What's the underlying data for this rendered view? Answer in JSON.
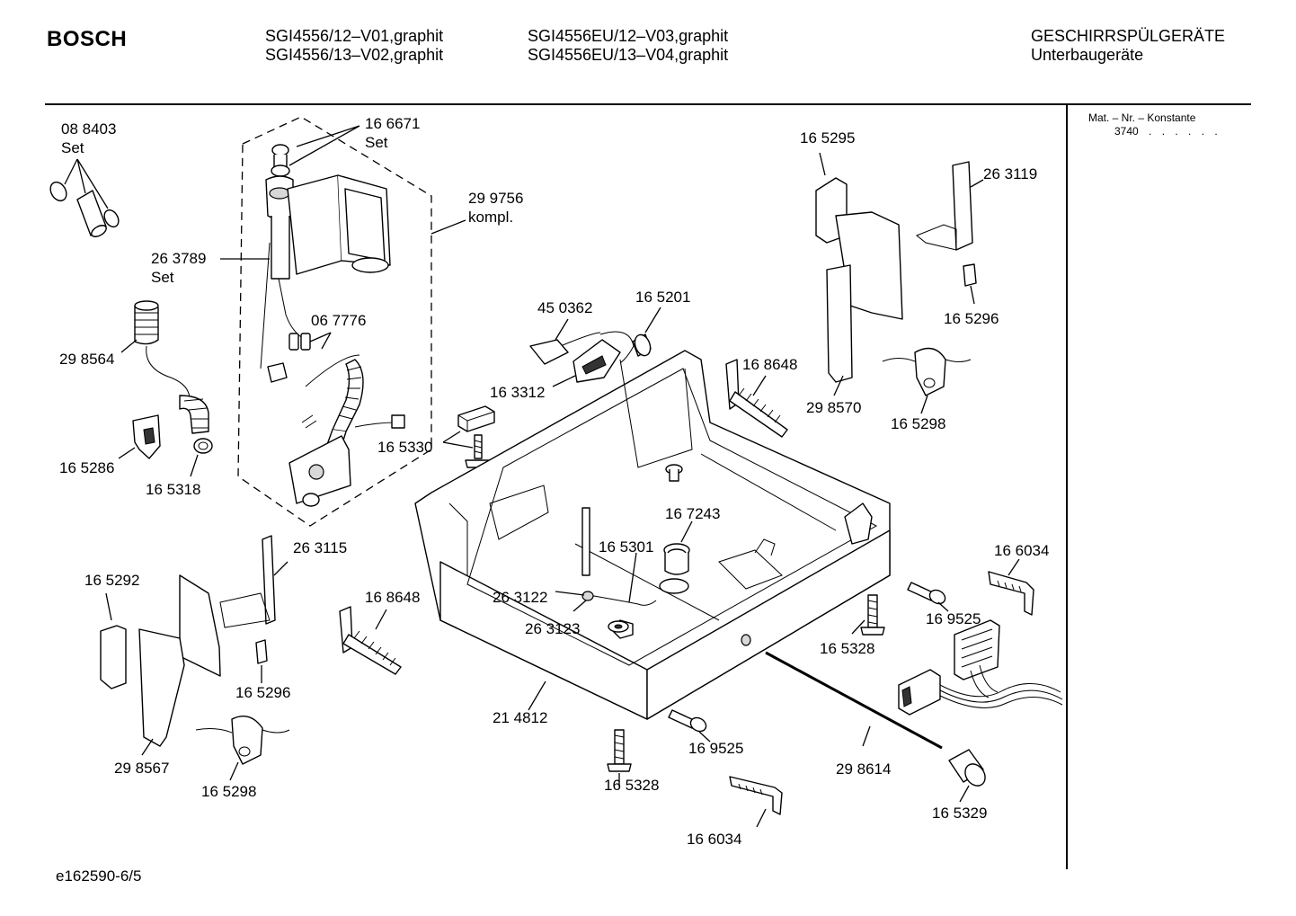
{
  "header": {
    "brand": "BOSCH",
    "models_col1": [
      "SGI4556/12–V01,graphit",
      "SGI4556/13–V02,graphit"
    ],
    "models_col2": [
      "SGI4556EU/12–V03,graphit",
      "SGI4556EU/13–V04,graphit"
    ],
    "category": "GESCHIRRSPÜLGERÄTE",
    "subcategory": "Unterbaugeräte"
  },
  "side_panel": {
    "heading": "Mat. – Nr. – Konstante",
    "value": "3740",
    "dots": ". . . . . ."
  },
  "parts": {
    "p088403": "08 8403",
    "p088403_note": "Set",
    "p166671": "16 6671",
    "p166671_note": "Set",
    "p299756": "29 9756",
    "p299756_note": "kompl.",
    "p263789": "26 3789",
    "p263789_note": "Set",
    "p067776": "06 7776",
    "p298564": "29 8564",
    "p165286": "16 5286",
    "p165318": "16 5318",
    "p165330": "16 5330",
    "p450362": "45 0362",
    "p165201": "16 5201",
    "p163312": "16 3312",
    "p165295": "16 5295",
    "p263119": "26 3119",
    "p165296_a": "16 5296",
    "p168648_a": "16 8648",
    "p298570": "29 8570",
    "p165298_a": "16 5298",
    "p167243": "16 7243",
    "p165301": "16 5301",
    "p263122": "26 3122",
    "p263123": "26 3123",
    "p166034_a": "16 6034",
    "p169525_a": "16 9525",
    "p165328_a": "16 5328",
    "p263115": "26 3115",
    "p165292": "16 5292",
    "p168648_b": "16 8648",
    "p165296_b": "16 5296",
    "p298567": "29 8567",
    "p165298_b": "16 5298",
    "p214812": "21 4812",
    "p169525_b": "16 9525",
    "p165328_b": "16 5328",
    "p298614": "29 8614",
    "p166034_b": "16 6034",
    "p165329": "16 5329"
  },
  "footer": {
    "doc_id": "e162590-6/5"
  }
}
